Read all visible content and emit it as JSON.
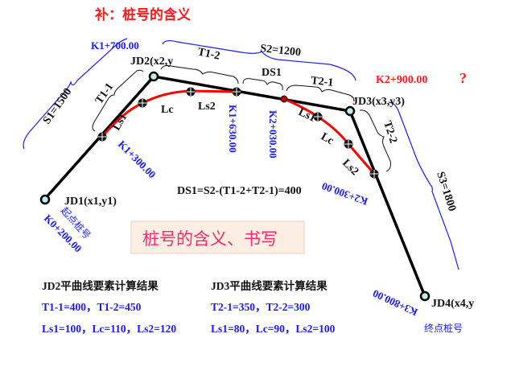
{
  "title": "补：桩号的含义",
  "banner": "桩号的含义、书写",
  "colors": {
    "route_line": "#000000",
    "curve": "#ff0000",
    "chainage": "#1a1aff",
    "title": "#ff1a1a",
    "banner_bg": "#fdeee4",
    "banner_text": "#ff2a6a"
  },
  "points": {
    "jd1": "JD1(x1,y1)",
    "jd2": "JD2(x2,y",
    "jd3": "JD3(x3,y3)",
    "jd4": "JD4(x4,y",
    "start_label": "起点桩号",
    "end_label": "终点桩号"
  },
  "segments": {
    "s1": "S1=1500",
    "s2": "S2=1200",
    "s3": "S3=1800",
    "t1_1": "T1-1",
    "t1_2": "T1-2",
    "ds1": "DS1",
    "t2_1": "T2-1",
    "t2_2": "T2-2",
    "ls1_a": "Ls1",
    "lc_a": "Lc",
    "ls2_a": "Ls2",
    "ls1_b": "Ls1",
    "lc_b": "Lc",
    "ls2_b": "Ls2"
  },
  "chainages": {
    "k0": "K0+200.00",
    "k1_700": "K1+700.00",
    "k1_300": "K1+300.00",
    "k1_630": "K1+630.00",
    "k2_030": "K2+030.00",
    "k2_300": "K2+300.00",
    "k2_900": "K2+900.00",
    "question": "?",
    "k3_800": "K3+800.00"
  },
  "formula": "DS1=S2-(T1-2+T2-1)=400",
  "results": {
    "jd2": {
      "heading": "JD2平曲线要素计算结果",
      "line1": "T1-1=400，T1-2=450",
      "line2": "Ls1=100，Lc=110，Ls2=120"
    },
    "jd3": {
      "heading": "JD3平曲线要素计算结果",
      "line1": "T2-1=350，T2-2=300",
      "line2": "Ls1=80，Lc=90，Ls2=100"
    }
  }
}
